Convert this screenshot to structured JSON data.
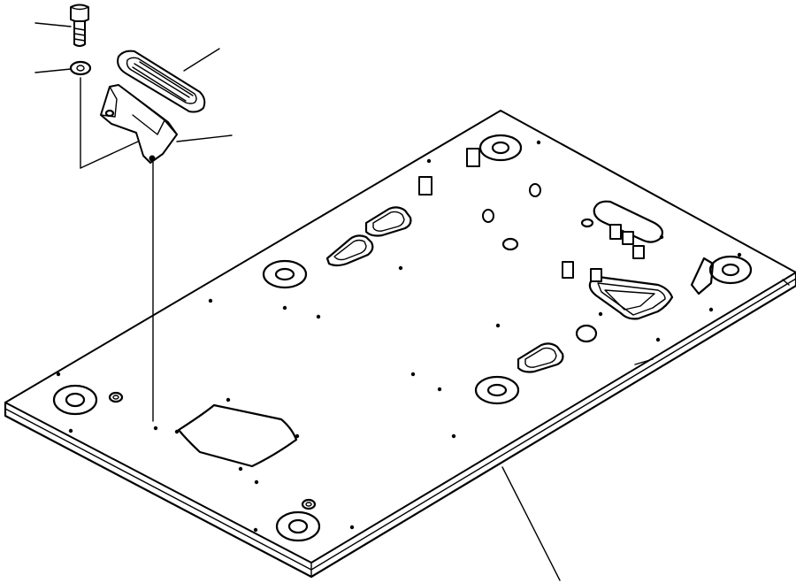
{
  "diagram": {
    "type": "exploded-parts-view",
    "components": [
      "bolt",
      "washer",
      "grip-mat",
      "handle-bracket",
      "floor-plate"
    ],
    "leader_lines": 5,
    "text_labels": []
  },
  "colors": {
    "ink": "#000000",
    "paper": "#ffffff"
  },
  "icons": [
    "bolt-icon",
    "washer-icon",
    "grip-mat-icon",
    "handle-bracket-icon",
    "floor-plate-icon"
  ]
}
